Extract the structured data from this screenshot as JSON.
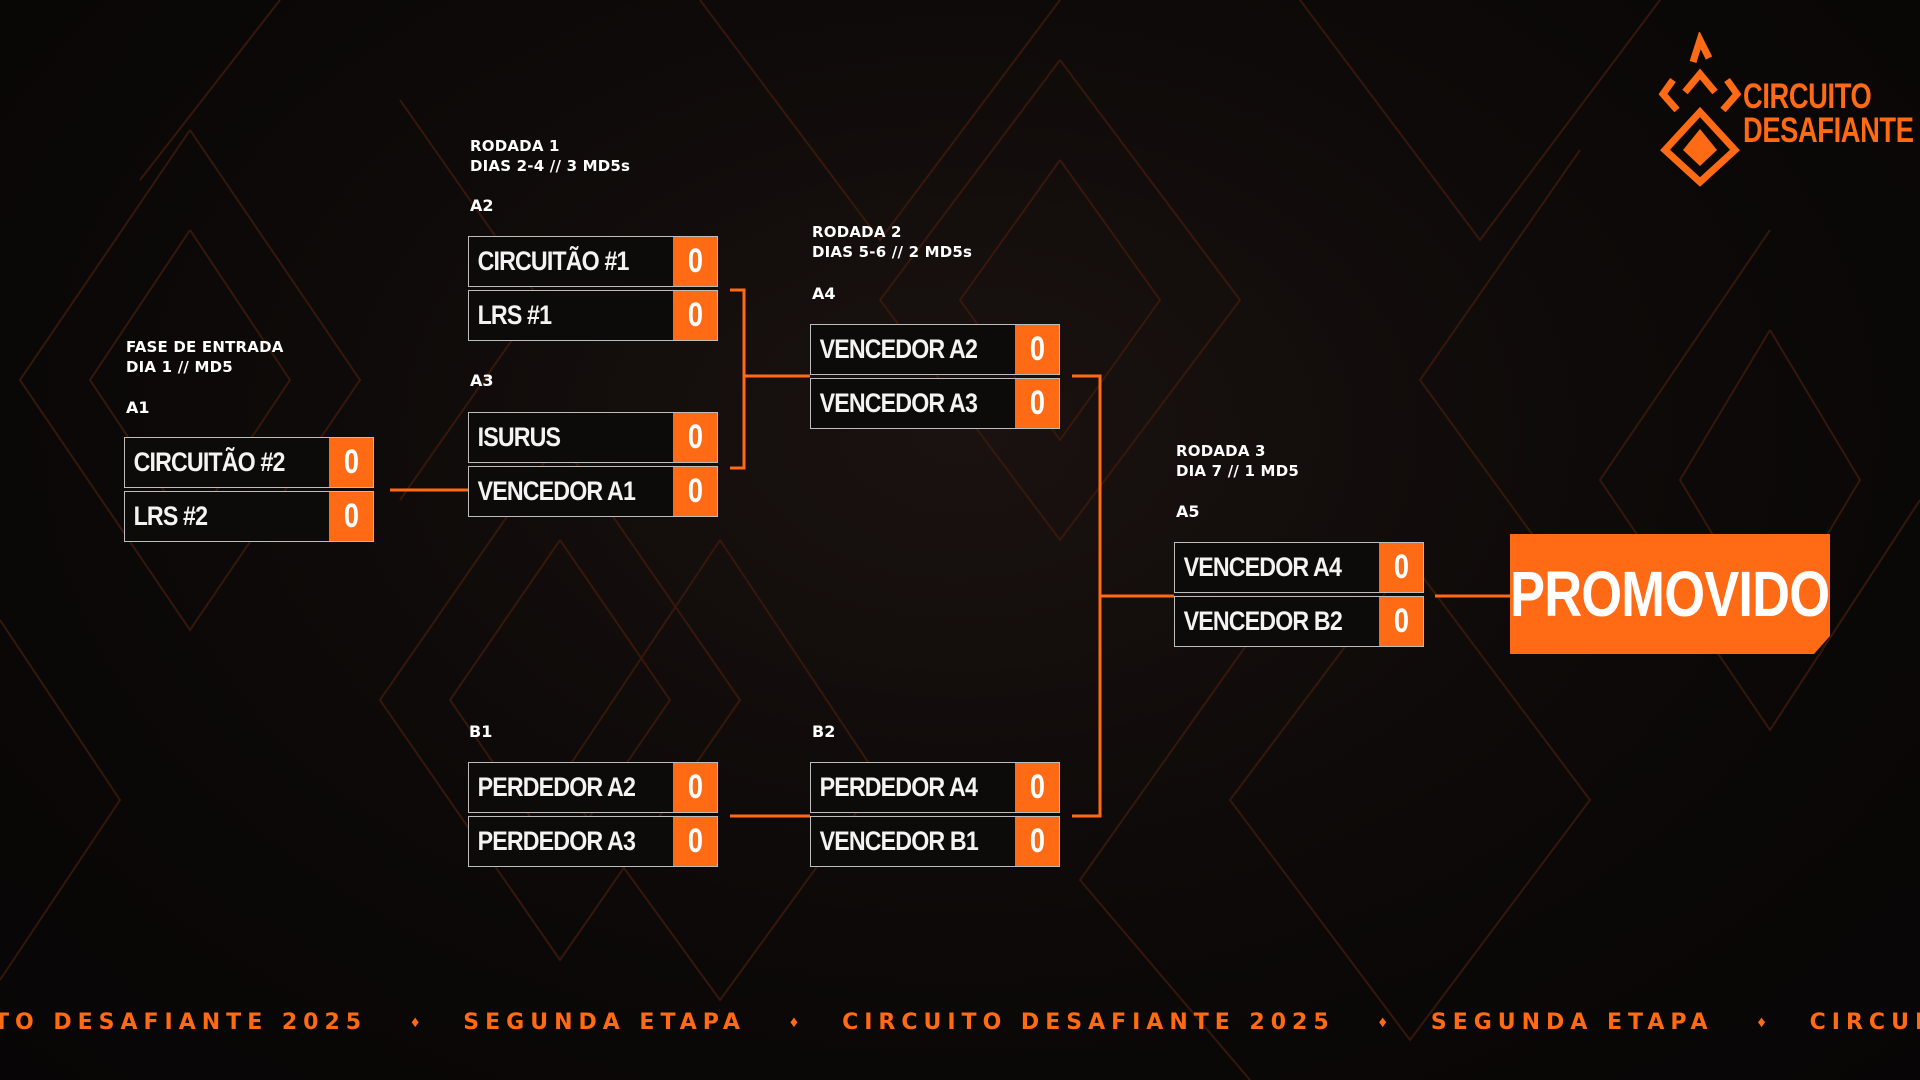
{
  "colors": {
    "accent": "#ff6a14",
    "background": "#0c0908",
    "border": "#bdbdbd"
  },
  "logo": {
    "icon": "circuito-desafiante-flame-logo-icon",
    "line1": "CIRCUITO",
    "line2": "DESAFIANTE"
  },
  "stages": {
    "entry": {
      "title": "FASE DE ENTRADA",
      "subtitle": "DIA 1  //  MD5"
    },
    "round1": {
      "title": "RODADA 1",
      "subtitle": "DIAS 2-4  //  3 MD5s"
    },
    "round2": {
      "title": "RODADA 2",
      "subtitle": "DIAS 5-6  // 2 MD5s"
    },
    "round3": {
      "title": "RODADA 3",
      "subtitle": "DIA 7 //  1 MD5"
    }
  },
  "matches": {
    "a1": {
      "id": "A1",
      "team1": "CIRCUITÃO #2",
      "score1": "0",
      "team2": "LRS #2",
      "score2": "0"
    },
    "a2": {
      "id": "A2",
      "team1": "CIRCUITÃO #1",
      "score1": "0",
      "team2": "LRS #1",
      "score2": "0"
    },
    "a3": {
      "id": "A3",
      "team1": "ISURUS",
      "score1": "0",
      "team2": "VENCEDOR A1",
      "score2": "0"
    },
    "a4": {
      "id": "A4",
      "team1": "VENCEDOR A2",
      "score1": "0",
      "team2": "VENCEDOR A3",
      "score2": "0"
    },
    "a5": {
      "id": "A5",
      "team1": "VENCEDOR A4",
      "score1": "0",
      "team2": "VENCEDOR B2",
      "score2": "0"
    },
    "b1": {
      "id": "B1",
      "team1": "PERDEDOR A2",
      "score1": "0",
      "team2": "PERDEDOR A3",
      "score2": "0"
    },
    "b2": {
      "id": "B2",
      "team1": "PERDEDOR A4",
      "score1": "0",
      "team2": "VENCEDOR B1",
      "score2": "0"
    }
  },
  "promoted": {
    "label": "PROMOVIDO"
  },
  "ticker": {
    "separator_icon": "diamond-icon",
    "separator": "♦",
    "items": [
      "TO DESAFIANTE 2025",
      "SEGUNDA ETAPA",
      "CIRCUITO DESAFIANTE 2025",
      "SEGUNDA ETAPA",
      "CIRCUITO DESAF"
    ]
  }
}
